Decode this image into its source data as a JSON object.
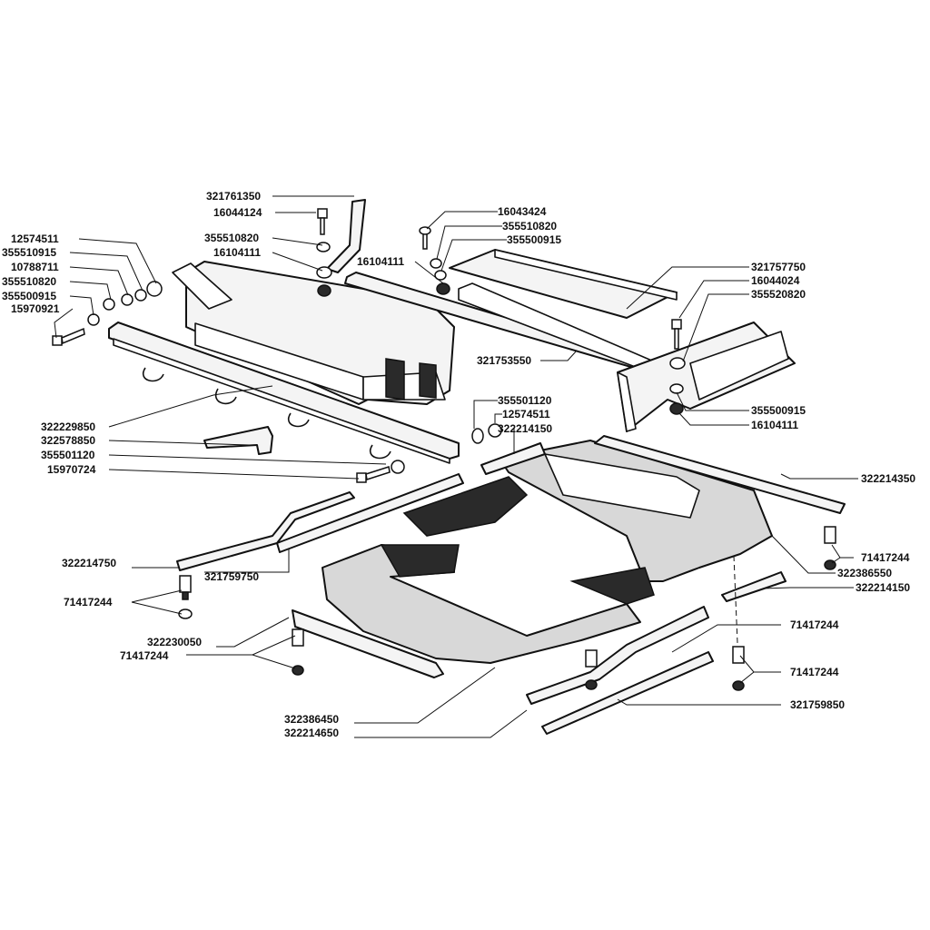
{
  "part_numbers": {
    "p321761350": "321761350",
    "p16044124": "16044124",
    "p355510820_a": "355510820",
    "p16104111_a": "16104111",
    "p12574511_a": "12574511",
    "p355510915": "355510915",
    "p10788711": "10788711",
    "p355510820_b": "355510820",
    "p355500915_a": "355500915",
    "p15970921": "15970921",
    "p16043424": "16043424",
    "p355510820_c": "355510820",
    "p355500915_b": "355500915",
    "p16104111_b": "16104111",
    "p321757750": "321757750",
    "p16044024": "16044024",
    "p355520820": "355520820",
    "p321753550": "321753550",
    "p355500915_c": "355500915",
    "p16104111_c": "16104111",
    "p355501120_a": "355501120",
    "p12574511_b": "12574511",
    "p322214150_a": "322214150",
    "p322229850": "322229850",
    "p322578850": "322578850",
    "p355501120_b": "355501120",
    "p15970724": "15970724",
    "p322214350": "322214350",
    "p71417244_a": "71417244",
    "p322386550": "322386550",
    "p322214150_b": "322214150",
    "p322214750": "322214750",
    "p321759750": "321759750",
    "p71417244_b": "71417244",
    "p71417244_c": "71417244",
    "p322230050": "322230050",
    "p71417244_d": "71417244",
    "p71417244_e": "71417244",
    "p321759850": "321759850",
    "p322386450": "322386450",
    "p322214650": "322214650"
  }
}
